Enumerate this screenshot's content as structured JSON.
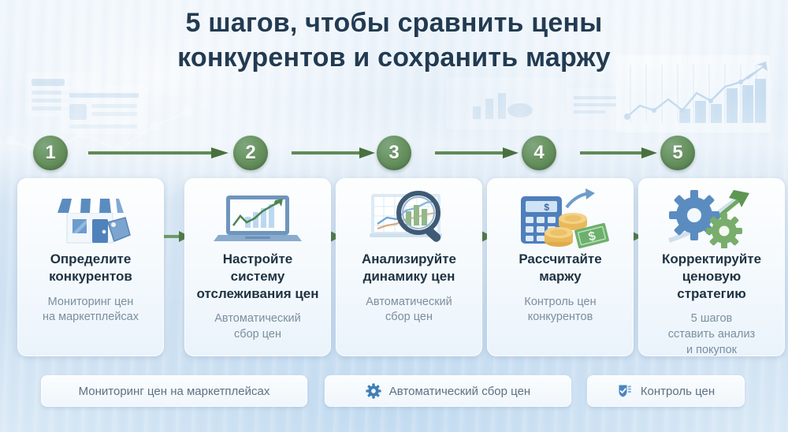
{
  "title": {
    "line1": "5 шагов, чтобы сравнить цены",
    "line2": "конкурентов и сохранить маржу"
  },
  "colors": {
    "accent_green": "#5f8a58",
    "circle_green": "#68925f",
    "title_navy": "#223b52",
    "heading_navy": "#1f3242",
    "subtext_gray": "#7c8e9e",
    "icon_blue": "#5b8cc0",
    "background_blue": "#d7e6f4"
  },
  "steps": [
    {
      "number": "1",
      "icon": "storefront-icon"
    },
    {
      "number": "2",
      "icon": "laptop-chart-icon"
    },
    {
      "number": "3",
      "icon": "magnifier-chart-icon"
    },
    {
      "number": "4",
      "icon": "calculator-money-icon"
    },
    {
      "number": "5",
      "icon": "gears-arrow-icon"
    }
  ],
  "cards": [
    {
      "heading": "Определите\nконкурентов",
      "heading_l1": "Определите",
      "heading_l2": "конкурентов",
      "sub_l1": "Мониторинг цен",
      "sub_l2": "на маркетплейсах",
      "sub_l3": "",
      "icon": "storefront-icon"
    },
    {
      "heading_l1": "Настройте",
      "heading_l2": "систему",
      "heading_l3": "отслеживания цен",
      "sub_l1": "Автоматический",
      "sub_l2": "сбор цен",
      "sub_l3": "",
      "icon": "laptop-chart-icon"
    },
    {
      "heading_l1": "Анализируйте",
      "heading_l2": "динамику цен",
      "sub_l1": "Автоматический",
      "sub_l2": "сбор цен",
      "sub_l3": "",
      "icon": "magnifier-chart-icon"
    },
    {
      "heading_l1": "Рассчитайте",
      "heading_l2": "маржу",
      "sub_l1": "Контроль цен",
      "sub_l2": "конкурентов",
      "sub_l3": "",
      "icon": "calculator-money-icon"
    },
    {
      "heading_l1": "Корректируйте",
      "heading_l2": "ценовую стратегию",
      "sub_l1": "5 шагов",
      "sub_l2": "сставить анализ",
      "sub_l3": "и покупок",
      "icon": "gears-arrow-icon"
    }
  ],
  "footer_pills": [
    {
      "label": "Мониторинг цен на маркетплейсах",
      "icon": ""
    },
    {
      "label": "Автоматический сбор цен",
      "icon": "gear-icon"
    },
    {
      "label": "Контроль цен",
      "icon": "shield-check-icon"
    }
  ]
}
